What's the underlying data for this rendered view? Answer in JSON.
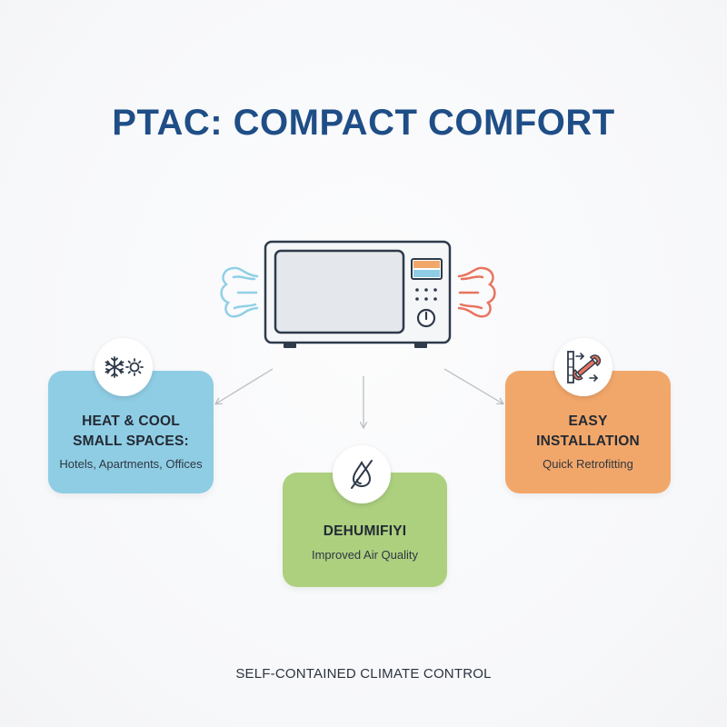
{
  "title": "PTAC: COMPACT COMFORT",
  "footer": "SELF-CONTAINED CLIMATE CONTROL",
  "cards": {
    "heat_cool": {
      "heading_line1": "HEAT & COOL",
      "heading_line2": "SMALL SPACES:",
      "subtext": "Hotels, Apartments, Offices",
      "icon": "snowflake-sun-icon",
      "color": "#8fcde5"
    },
    "dehumidify": {
      "heading_line1": "DEHUMIFIYI",
      "subtext": "Improved Air Quality",
      "icon": "no-water-drop-icon",
      "color": "#add07f"
    },
    "installation": {
      "heading_line1": "EASY",
      "heading_line2": "INSTALLATION",
      "subtext": "Quick Retrofitting",
      "icon": "wall-wrench-icon",
      "color": "#f2a76a"
    }
  },
  "device": {
    "icon": "ptac-unit-icon",
    "cool_air_color": "#8fd0e6",
    "hot_air_color": "#e8745f"
  },
  "colors": {
    "title": "#1f4e87",
    "outline": "#2f3a4a"
  }
}
